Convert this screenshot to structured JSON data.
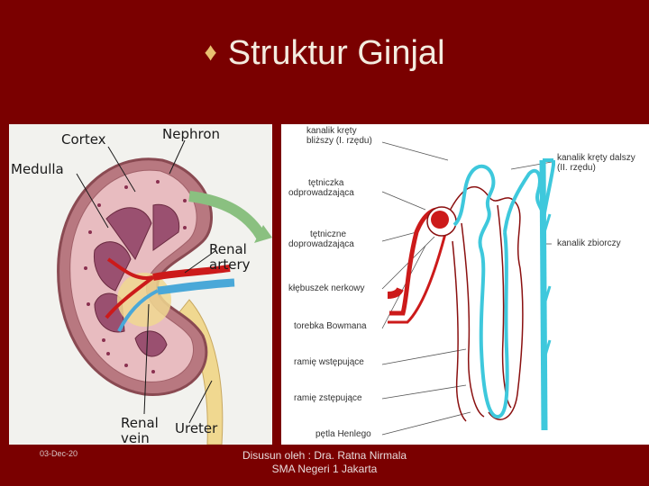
{
  "slide": {
    "bullet": "♦",
    "title": "Struktur Ginjal"
  },
  "kidney_labels": {
    "cortex": "Cortex",
    "nephron": "Nephron",
    "medulla": "Medulla",
    "renal_artery_1": "Renal",
    "renal_artery_2": "artery",
    "renal_vein_1": "Renal",
    "renal_vein_2": "vein",
    "ureter": "Ureter"
  },
  "nephron_labels": {
    "proximal_1": "kanalik kręty",
    "proximal_2": "bliższy (I. rzędu)",
    "efferent_1": "tętniczka",
    "efferent_2": "odprowadzająca",
    "afferent_1": "tętniczne",
    "afferent_2": "doprowadzająca",
    "glomerulus": "kłębuszek nerkowy",
    "bowman": "torebka Bowmana",
    "ascending": "ramię wstępujące",
    "descending": "ramię zstępujące",
    "henle": "pętla Henlego",
    "distal_1": "kanalik kręty dalszy",
    "distal_2": "(II. rzędu)",
    "collecting": "kanalik zbiorczy"
  },
  "footer": {
    "date": "03-Dec-20",
    "author_line1": "Disusun oleh : Dra. Ratna Nirmala",
    "author_line2": "SMA Negeri 1 Jakarta"
  },
  "colors": {
    "background": "#7a0000",
    "artery_red": "#cc1a1a",
    "vein_blue": "#4aa8d8",
    "tubule_cyan": "#3ec8dc",
    "kidney_pink": "#d89aa0"
  }
}
